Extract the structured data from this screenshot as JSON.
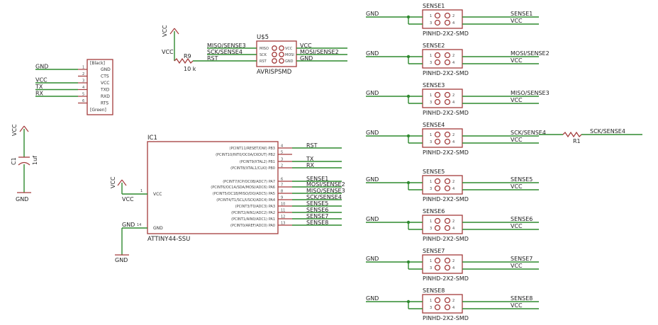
{
  "colors": {
    "wire": "#2f8a2f",
    "part": "#a33b3b",
    "text": "#222222",
    "junction": "#2f8a2f"
  },
  "vcc_supplies": [
    {
      "label": "VCC",
      "rot": "VCC"
    },
    {
      "label": "VCC",
      "rot": "VCC"
    },
    {
      "label": "VCC",
      "rot": "VCC"
    }
  ],
  "gnd_symbols": [
    "GND",
    "GND"
  ],
  "capacitor": {
    "name": "C1",
    "value": "1uf"
  },
  "resistor_r9": {
    "name": "R9",
    "value": "10 k"
  },
  "resistor_r1": {
    "name": "R1",
    "net_left": "SCK/SENSE4",
    "net_right": "SCK/SENSE4"
  },
  "ftdi": {
    "top": "[Black]",
    "bottom": "[Green]",
    "pins": [
      {
        "num": "1",
        "name": "GND",
        "net": "GND"
      },
      {
        "num": "2",
        "name": "CTS",
        "net": ""
      },
      {
        "num": "3",
        "name": "VCC",
        "net": "VCC"
      },
      {
        "num": "4",
        "name": "TXD",
        "net": "TX"
      },
      {
        "num": "5",
        "name": "RXD",
        "net": "RX"
      },
      {
        "num": "6",
        "name": "RTS",
        "net": ""
      }
    ]
  },
  "isp": {
    "name": "U$5",
    "value": "AVRISPSMD",
    "left": [
      {
        "pin": "MISO",
        "net": "MISO/SENSE3"
      },
      {
        "pin": "SCK",
        "net": "SCK/SENSE4"
      },
      {
        "pin": "RST",
        "net": "RST"
      }
    ],
    "right": [
      {
        "pin": "VCC",
        "net": "VCC"
      },
      {
        "pin": "MOSI",
        "net": "MOSI/SENSE2"
      },
      {
        "pin": "GND",
        "net": "GND"
      }
    ]
  },
  "mcu": {
    "name": "IC1",
    "value": "ATTINY44-SSU",
    "vcc_pin": {
      "num": "1",
      "name": "VCC",
      "net": "VCC"
    },
    "gnd_pin": {
      "num": "14",
      "name": "GND",
      "net": "GND"
    },
    "pins": [
      {
        "num": "4",
        "name": "(PCINT11/RESET/DW) PB3",
        "net": "RST"
      },
      {
        "num": "5",
        "name": "(PCINT10/INT0/OC0A/CKOUT) PB2",
        "net": ""
      },
      {
        "num": "3",
        "name": "(PCINT9/XTAL2) PB1",
        "net": "TX"
      },
      {
        "num": "2",
        "name": "(PCINT8/XTAL1/CLKI) PB0",
        "net": "RX"
      },
      {
        "num": "6",
        "name": "(PCINT7/ICP/OC0B/ADC7) PA7",
        "net": "SENSE1"
      },
      {
        "num": "7",
        "name": "(PCINT6/OC1A/SDA/MOSI/ADC6) PA6",
        "net": "MOSI/SENSE2"
      },
      {
        "num": "8",
        "name": "(PCINT5/OC1B/MISO/DO/ADC5) PA5",
        "net": "MISO/SENSE3"
      },
      {
        "num": "9",
        "name": "(PCINT4/T1/SCL/USCK/ADC4) PA4",
        "net": "SCK/SENSE4"
      },
      {
        "num": "10",
        "name": "(PCINT3/T0/ADC3) PA3",
        "net": "SENSE5"
      },
      {
        "num": "11",
        "name": "(PCINT2/AIN1/ADC2) PA2",
        "net": "SENSE6"
      },
      {
        "num": "12",
        "name": "(PCINT1/AIN0/ADC1) PA1",
        "net": "SENSE7"
      },
      {
        "num": "13",
        "name": "(PCINT0/AREF/ADC0) PA0",
        "net": "SENSE8"
      }
    ]
  },
  "sense_headers": [
    {
      "name": "SENSE1",
      "value": "PINHD-2X2-SMD",
      "gnd": "GND",
      "net": "SENSE1",
      "vcc": "VCC"
    },
    {
      "name": "SENSE2",
      "value": "PINHD-2X2-SMD",
      "gnd": "GND",
      "net": "MOSI/SENSE2",
      "vcc": "VCC"
    },
    {
      "name": "SENSE3",
      "value": "PINHD-2X2-SMD",
      "gnd": "GND",
      "net": "MISO/SENSE3",
      "vcc": "VCC"
    },
    {
      "name": "SENSE4",
      "value": "PINHD-2X2-SMD",
      "gnd": "GND",
      "net": "SCK/SENSE4",
      "vcc": "VCC"
    },
    {
      "name": "SENSE5",
      "value": "PINHD-2X2-SMD",
      "gnd": "GND",
      "net": "SENSE5",
      "vcc": "VCC"
    },
    {
      "name": "SENSE6",
      "value": "PINHD-2X2-SMD",
      "gnd": "GND",
      "net": "SENSE6",
      "vcc": "VCC"
    },
    {
      "name": "SENSE7",
      "value": "PINHD-2X2-SMD",
      "gnd": "GND",
      "net": "SENSE7",
      "vcc": "VCC"
    },
    {
      "name": "SENSE8",
      "value": "PINHD-2X2-SMD",
      "gnd": "GND",
      "net": "SENSE8",
      "vcc": "VCC"
    }
  ],
  "header_pin_numbers": [
    "1",
    "2",
    "3",
    "4"
  ]
}
